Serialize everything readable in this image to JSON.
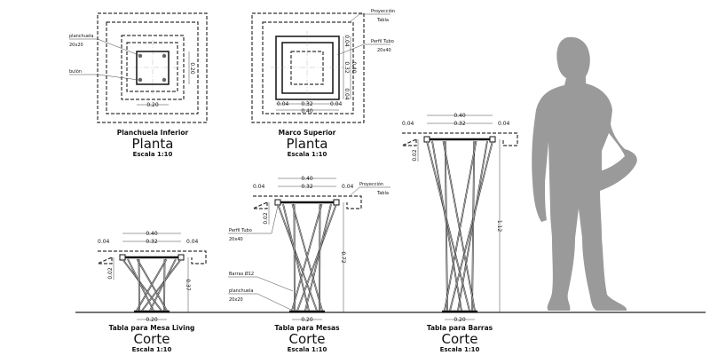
{
  "plan_lower": {
    "label_plate": "planchuela",
    "label_plate_size": "20x20",
    "label_bolt": "bulón",
    "dim_h": "0.20",
    "dim_v": "0.20",
    "title": "Planchuela Inferior",
    "view": "Planta",
    "scale": "Escala 1:10"
  },
  "plan_upper": {
    "label_proj": "Proyección",
    "label_table": "Tabla",
    "label_tube": "Perfil Tubo",
    "label_tube_size": "20x40",
    "dim_side1": "0.04",
    "dim_mid": "0.32",
    "dim_side2": "0.04",
    "dim_total": "0.40",
    "dim_v_total": "0.40",
    "dim_v_mid": "0.32",
    "dim_v_a": "0.04",
    "dim_v_b": "0.04",
    "title": "Marco Superior",
    "view": "Planta",
    "scale": "Escala 1:10"
  },
  "section_living": {
    "dim_total": "0.40",
    "dim_side1": "0.04",
    "dim_mid": "0.32",
    "dim_side2": "0.04",
    "dim_top": "0.02",
    "dim_height": "0.37",
    "dim_base": "0.20",
    "title": "Tabla para Mesa Living",
    "view": "Corte",
    "scale": "Escala 1:10"
  },
  "section_mesas": {
    "dim_total": "0.40",
    "dim_side1": "0.04",
    "dim_mid": "0.32",
    "dim_side2": "0.04",
    "dim_top": "0.02",
    "dim_height": "0.72",
    "dim_base": "0.20",
    "label_proj": "Proyección",
    "label_table": "Tabla",
    "label_tube": "Perfil Tubo",
    "label_tube_size": "20x40",
    "label_bars": "Barras Ø12",
    "label_plate": "planchuela",
    "label_plate_size": "20x20",
    "title": "Tabla para Mesas",
    "view": "Corte",
    "scale": "Escala 1:10"
  },
  "section_barras": {
    "dim_total": "0.40",
    "dim_side1": "0.04",
    "dim_mid": "0.32",
    "dim_side2": "0.04",
    "dim_top": "0.02",
    "dim_height": "1.12",
    "dim_base": "0.20",
    "title": "Tabla para Barras",
    "view": "Corte",
    "scale": "Escala 1:10"
  },
  "colors": {
    "silhouette": "#9a9a9a",
    "line": "#111111"
  }
}
